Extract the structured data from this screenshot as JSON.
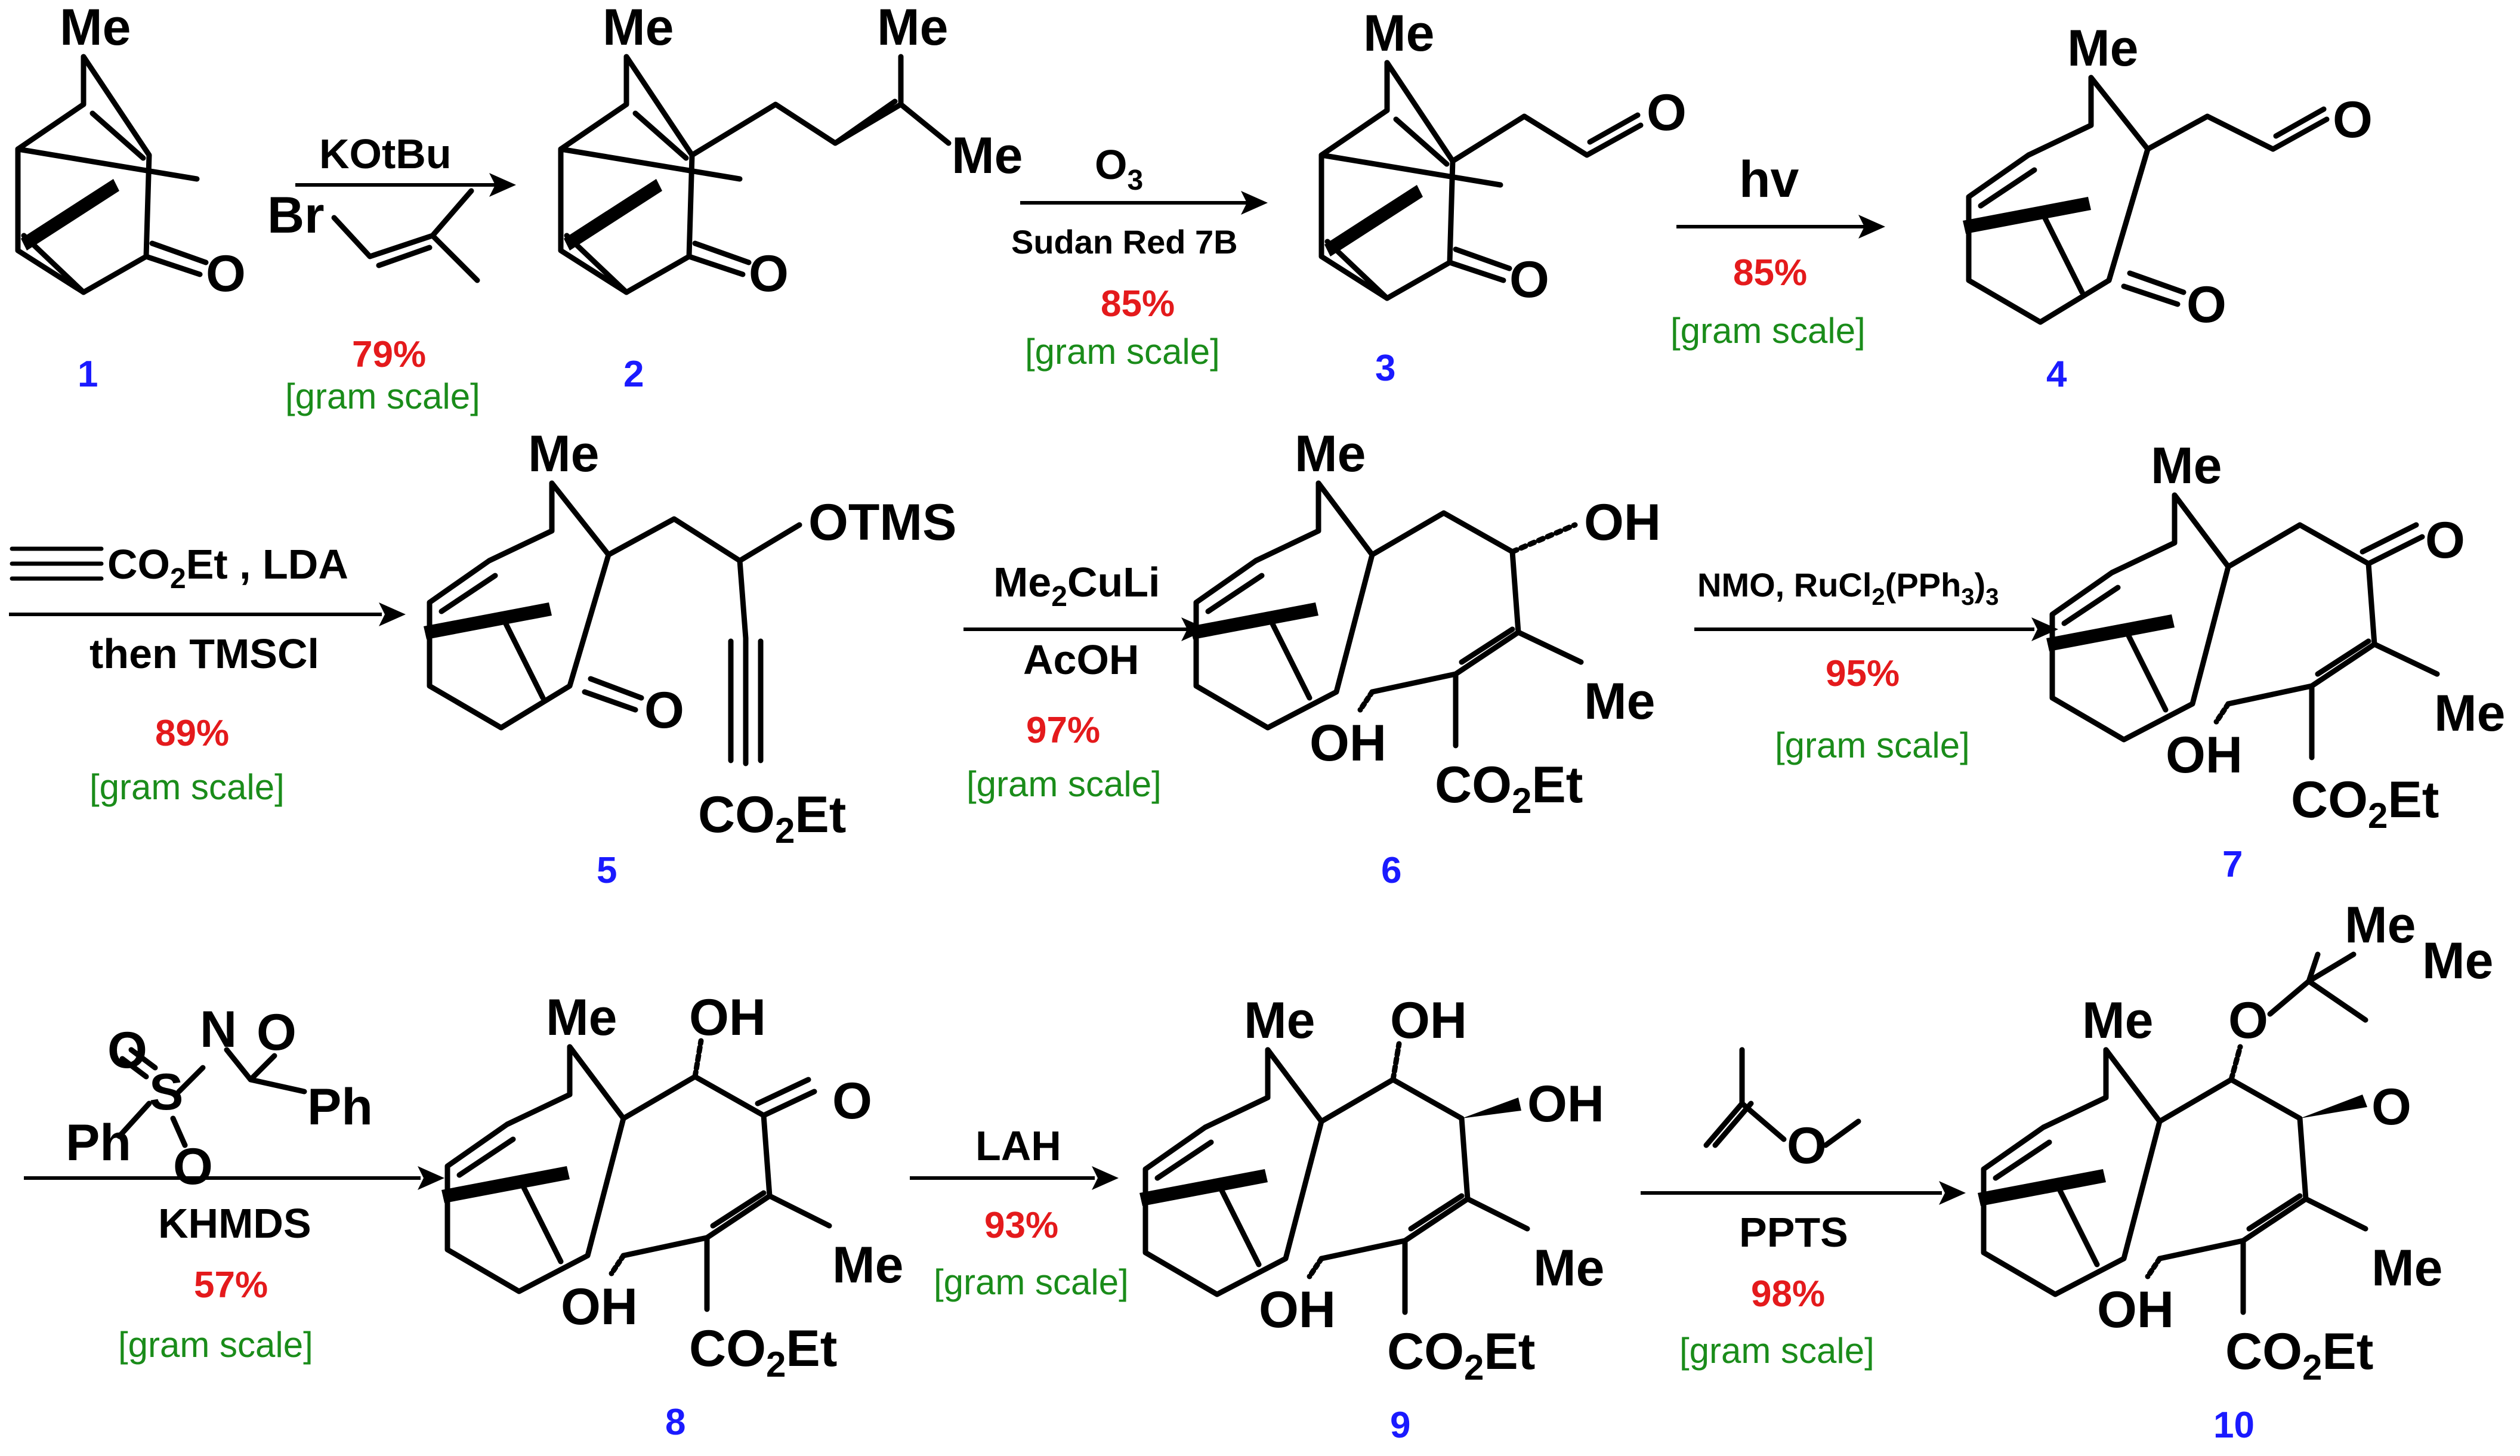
{
  "colors": {
    "compound_number": "#1a1aff",
    "yield": "#e41a1c",
    "scale": "#1a8c1a",
    "text": "#000000"
  },
  "labels": {
    "me": "Me",
    "o": "O",
    "oh": "OH",
    "otms": "OTMS",
    "ph": "Ph",
    "br": "Br",
    "s": "S",
    "n": "N",
    "co2et_pre": "CO",
    "co2et_sub": "2",
    "co2et_post": "Et"
  },
  "compounds": [
    "1",
    "2",
    "3",
    "4",
    "5",
    "6",
    "7",
    "8",
    "9",
    "10"
  ],
  "steps": [
    {
      "reagent_above": "KOtBu",
      "reagent_below": "",
      "yield": "79%",
      "scale": "[gram scale]"
    },
    {
      "reagent_above_pre": "O",
      "reagent_above_sub": "3",
      "reagent_below": "Sudan Red 7B",
      "yield": "85%",
      "scale": "[gram scale]"
    },
    {
      "reagent_above": "hv",
      "reagent_below": "",
      "yield": "85%",
      "scale": "[gram scale]"
    },
    {
      "reagent_above_pre": "CO",
      "reagent_above_sub": "2",
      "reagent_above_post": "Et , LDA",
      "reagent_below": "then TMSCl",
      "yield": "89%",
      "scale": "[gram scale]"
    },
    {
      "reagent_above_pre": "Me",
      "reagent_above_sub": "2",
      "reagent_above_post": "CuLi",
      "reagent_below": "AcOH",
      "yield": "97%",
      "scale": "[gram scale]"
    },
    {
      "reagent_above_pre": "NMO, RuCl",
      "reagent_above_sub": "2",
      "reagent_above_mid": "(PPh",
      "reagent_above_sub2": "3",
      "reagent_above_post": ")",
      "reagent_above_sub3": "3",
      "reagent_below": "",
      "yield": "95%",
      "scale": "[gram scale]"
    },
    {
      "reagent_above": "",
      "reagent_below": "KHMDS",
      "yield": "57%",
      "scale": "[gram scale]"
    },
    {
      "reagent_above": "LAH",
      "reagent_below": "",
      "yield": "93%",
      "scale": "[gram scale]"
    },
    {
      "reagent_above": "",
      "reagent_below": "PPTS",
      "yield": "98%",
      "scale": "[gram scale]"
    }
  ]
}
